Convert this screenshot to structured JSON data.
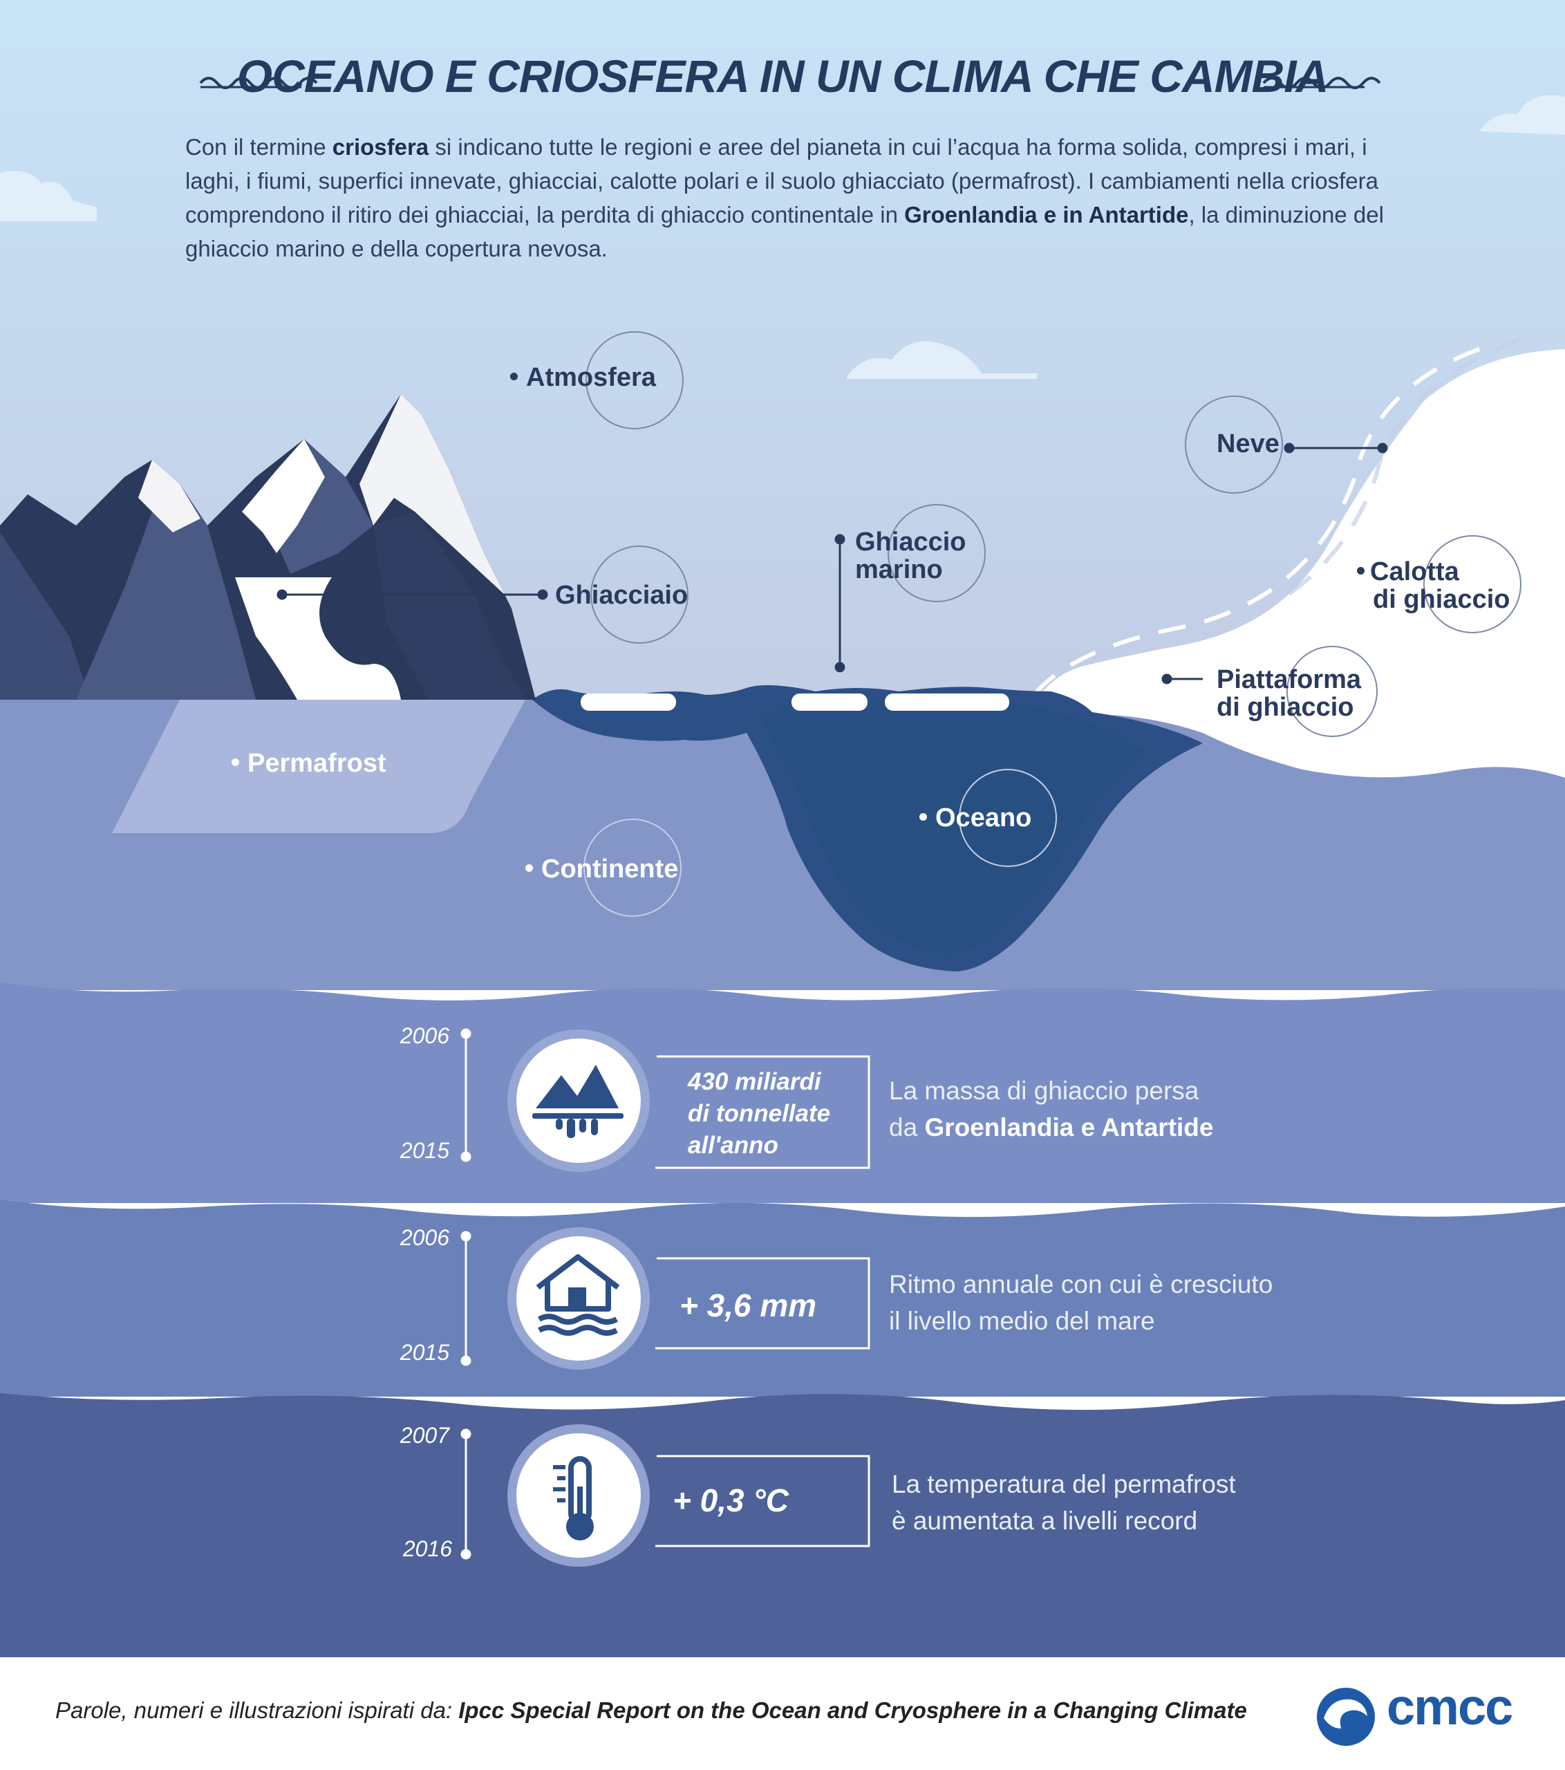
{
  "title": "OCEANO E CRIOSFERA IN UN CLIMA CHE CAMBIA",
  "intro": {
    "p1": "Con il termine ",
    "b1": "criosfera",
    "p2": " si indicano tutte le regioni e aree del pianeta in cui l’acqua ha forma solida, compresi i mari, i laghi, i fiumi, superfici innevate, ghiacciai, calotte polari e il suolo ghiacciato (permafrost). I cambiamenti nella criosfera comprendono il ritiro dei ghiacciai, la perdita di ghiaccio continentale in ",
    "b2": "Groenlandia e in Antartide",
    "p3": ", la diminuzione del ghiaccio marino e della copertura nevosa."
  },
  "labels": {
    "atmosfera": "Atmosfera",
    "neve": "Neve",
    "ghiacciaio": "Ghiacciaio",
    "ghiaccio_marino_1": "Ghiaccio",
    "ghiaccio_marino_2": "marino",
    "calotta_1": "Calotta",
    "calotta_2": "di ghiaccio",
    "piattaforma_1": "Piattaforma",
    "piattaforma_2": "di ghiaccio",
    "permafrost": "Permafrost",
    "oceano": "Oceano",
    "continente": "Continente"
  },
  "stats": [
    {
      "year_start": "2006",
      "year_end": "2015",
      "icon": "melting-ice-icon",
      "value_1": "430 miliardi",
      "value_2": "di tonnellate",
      "value_3": "all'anno",
      "desc_1": "La massa di ghiaccio persa",
      "desc_2a": "da ",
      "desc_2b": "Groenlandia e Antartide"
    },
    {
      "year_start": "2006",
      "year_end": "2015",
      "icon": "flooded-house-icon",
      "value": "+ 3,6 mm",
      "desc_1": "Ritmo annuale con cui è cresciuto",
      "desc_2": "il livello medio del mare"
    },
    {
      "year_start": "2007",
      "year_end": "2016",
      "icon": "thermometer-icon",
      "value": "+ 0,3 °C",
      "desc_1": "La temperatura del permafrost",
      "desc_2": "è aumentata a livelli record"
    }
  ],
  "footer": {
    "prefix": "Parole, numeri e illustrazioni ispirati da: ",
    "source": "Ipcc Special Report on the Ocean and Cryosphere in a Changing Climate",
    "logo_text": "cmcc"
  },
  "colors": {
    "sky_top": "#c9e2f6",
    "sky_bottom": "#c3cfe6",
    "land": "#8495c7",
    "ocean_deep": "#2c4f86",
    "band_1": "#7a8ec5",
    "band_2": "#6b81b9",
    "band_3": "#4e6299",
    "title": "#253a5e",
    "logo": "#1f5aa8"
  }
}
